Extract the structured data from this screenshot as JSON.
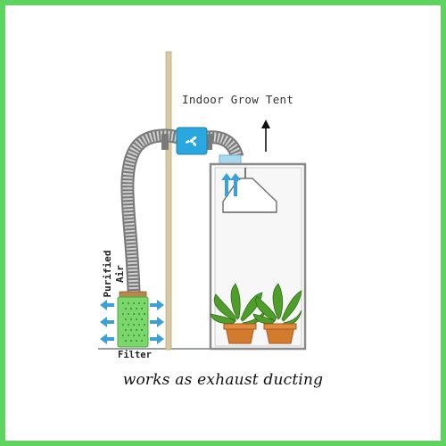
{
  "labels": {
    "indoor_grow_tent": "Indoor Grow Tent",
    "purified_line1": "Purified",
    "purified_line2": "Air",
    "filter": "Filter",
    "caption": "works as exhaust ducting"
  },
  "colors": {
    "border": "#5fd35f",
    "fan_blue": "#29a8e0",
    "arrow_blue": "#3aa0d8",
    "filter_green": "#7bd66b",
    "filter_cap": "#b8864a",
    "pole": "#d8c9a3",
    "duct": "#9a9a9a",
    "pot": "#d27a2e",
    "leaf": "#4f9e2a"
  },
  "icons": {
    "fan": "fan-icon",
    "up_arrow": "up-arrow-icon",
    "air_arrow": "double-arrow-icon"
  }
}
